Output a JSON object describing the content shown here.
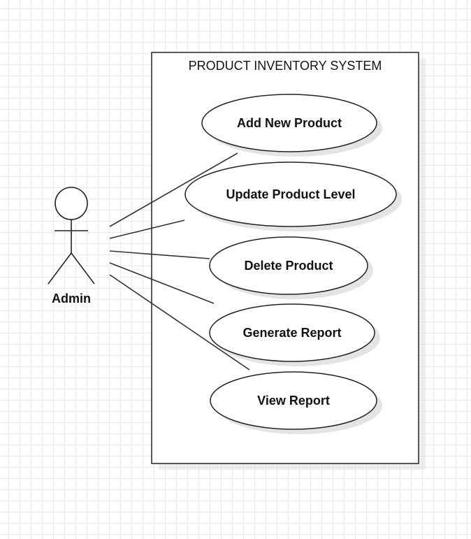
{
  "diagram": {
    "system": {
      "title": "PRODUCT INVENTORY SYSTEM"
    },
    "actor": {
      "name": "Admin"
    },
    "use_cases": [
      {
        "id": "add-new-product",
        "label": "Add New Product"
      },
      {
        "id": "update-product-level",
        "label": "Update Product Level"
      },
      {
        "id": "delete-product",
        "label": "Delete Product"
      },
      {
        "id": "generate-report",
        "label": "Generate Report"
      },
      {
        "id": "view-report",
        "label": "View Report"
      }
    ],
    "associations": [
      {
        "from": "Admin",
        "to": "Add New Product"
      },
      {
        "from": "Admin",
        "to": "Update Product Level"
      },
      {
        "from": "Admin",
        "to": "Delete Product"
      },
      {
        "from": "Admin",
        "to": "Generate Report"
      },
      {
        "from": "Admin",
        "to": "View Report"
      }
    ]
  }
}
